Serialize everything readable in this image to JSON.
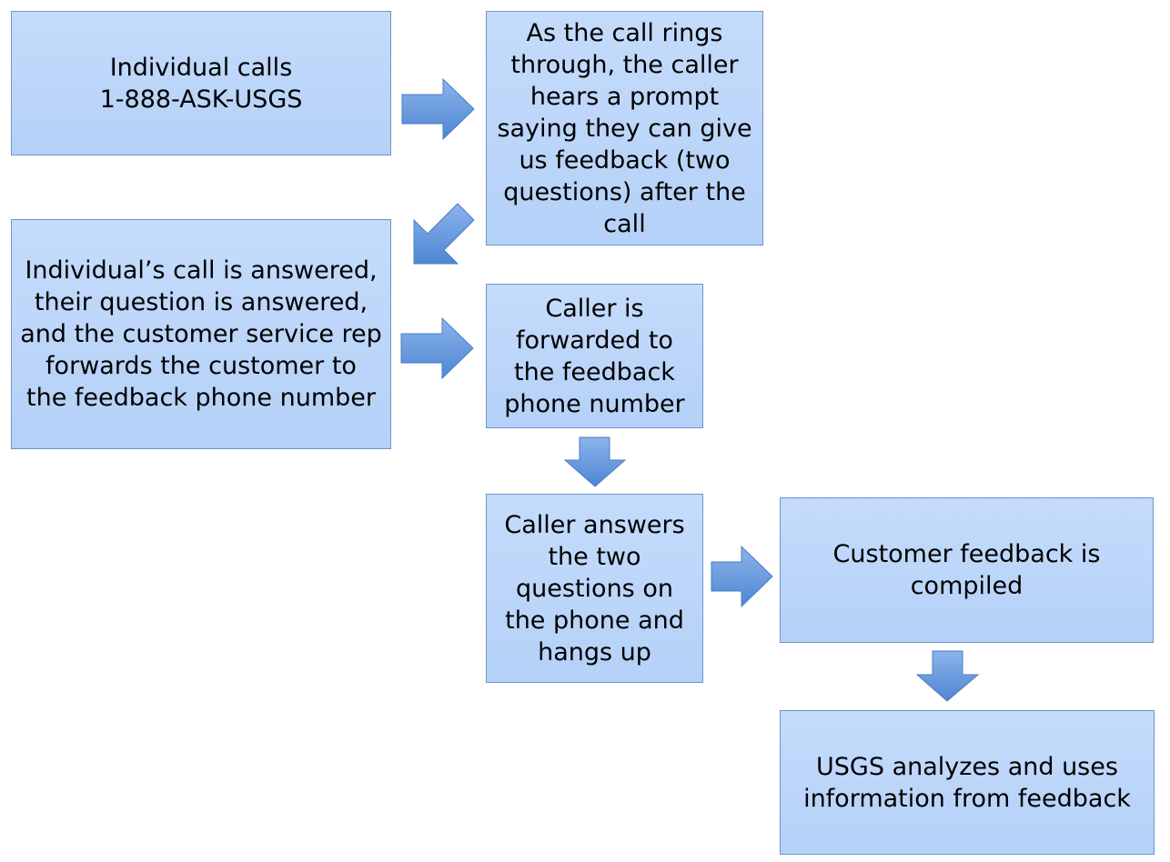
{
  "steps": {
    "individual_calls": "Individual calls\n1-888-ASK-USGS",
    "prompt": "As the call rings\nthrough, the caller\nhears a prompt\nsaying they can give\nus feedback (two\nquestions) after the\ncall",
    "call_answered": "Individual’s call is answered,\ntheir question is answered,\nand the customer service rep\nforwards the customer to\nthe feedback phone number",
    "forwarded": "Caller is\nforwarded to\nthe feedback\nphone number",
    "answers_questions": "Caller answers\nthe two\nquestions on\nthe phone and\nhangs up",
    "compiled": "Customer feedback is\ncompiled",
    "analyzes": "USGS analyzes and uses\ninformation from feedback"
  },
  "colors": {
    "box_fill": "#c4dbfb",
    "box_border": "#6f95c9",
    "arrow_fill": "#5f93d8",
    "arrow_border": "#4a7cc0"
  }
}
